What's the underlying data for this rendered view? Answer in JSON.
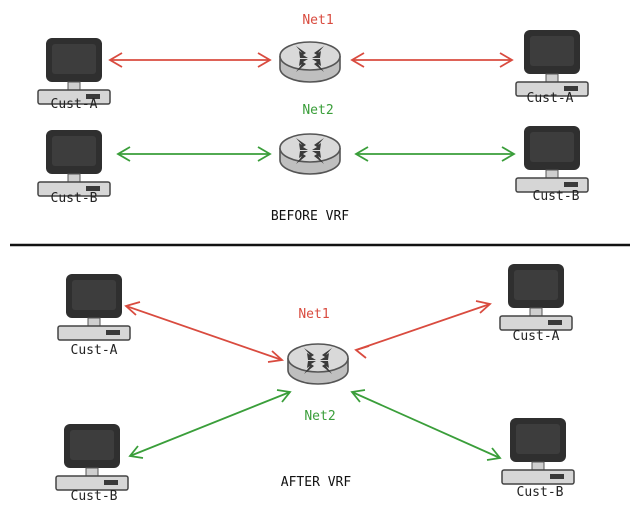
{
  "colors": {
    "net1": "#d94b3f",
    "net2": "#3a9e3a",
    "device_dark": "#3a3a3a",
    "device_light": "#cfcfcf"
  },
  "before": {
    "net1_label": "Net1",
    "net2_label": "Net2",
    "left_top_label": "Cust-A",
    "right_top_label": "Cust-A",
    "left_bottom_label": "Cust-B",
    "right_bottom_label": "Cust-B",
    "caption": "BEFORE VRF"
  },
  "after": {
    "net1_label": "Net1",
    "net2_label": "Net2",
    "left_top_label": "Cust-A",
    "right_top_label": "Cust-A",
    "left_bottom_label": "Cust-B",
    "right_bottom_label": "Cust-B",
    "caption": "AFTER VRF"
  },
  "icons": {
    "computer": "computer-icon",
    "router": "router-icon"
  }
}
